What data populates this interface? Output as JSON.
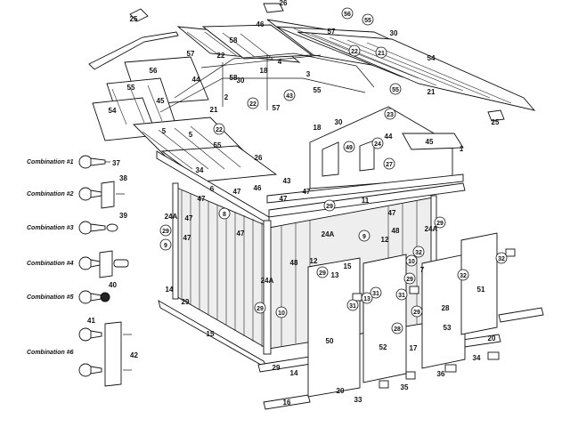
{
  "combinations": [
    {
      "label": "Combination #1",
      "parts": [
        "37"
      ]
    },
    {
      "label": "Combination #2",
      "parts": [
        "38"
      ]
    },
    {
      "label": "Combination #3",
      "parts": [
        "39"
      ]
    },
    {
      "label": "Combination #4",
      "parts": []
    },
    {
      "label": "Combination #5",
      "parts": [
        "40"
      ]
    },
    {
      "label": "Combination #6",
      "parts": [
        "41",
        "42"
      ]
    }
  ],
  "labels": [
    {
      "t": "25",
      "c": false
    },
    {
      "t": "26",
      "c": false
    },
    {
      "t": "56",
      "c": true
    },
    {
      "t": "55",
      "c": true
    },
    {
      "t": "57",
      "c": false
    },
    {
      "t": "46",
      "c": false
    },
    {
      "t": "58",
      "c": false
    },
    {
      "t": "22",
      "c": false
    },
    {
      "t": "22",
      "c": true
    },
    {
      "t": "21",
      "c": true
    },
    {
      "t": "54",
      "c": false
    },
    {
      "t": "57",
      "c": false
    },
    {
      "t": "58",
      "c": false
    },
    {
      "t": "44",
      "c": false
    },
    {
      "t": "30",
      "c": false
    },
    {
      "t": "18",
      "c": false
    },
    {
      "t": "22",
      "c": true
    },
    {
      "t": "4",
      "c": false
    },
    {
      "t": "3",
      "c": false
    },
    {
      "t": "55",
      "c": true
    },
    {
      "t": "21",
      "c": false
    },
    {
      "t": "56",
      "c": false
    },
    {
      "t": "55",
      "c": false
    },
    {
      "t": "45",
      "c": false
    },
    {
      "t": "54",
      "c": false
    },
    {
      "t": "2",
      "c": false
    },
    {
      "t": "21",
      "c": false
    },
    {
      "t": "22",
      "c": true
    },
    {
      "t": "57",
      "c": false
    },
    {
      "t": "43",
      "c": true
    },
    {
      "t": "55",
      "c": false
    },
    {
      "t": "25",
      "c": false
    },
    {
      "t": "5",
      "c": false
    },
    {
      "t": "55",
      "c": false
    },
    {
      "t": "5",
      "c": false
    },
    {
      "t": "30",
      "c": false
    },
    {
      "t": "18",
      "c": false
    },
    {
      "t": "23",
      "c": true
    },
    {
      "t": "49",
      "c": true
    },
    {
      "t": "24",
      "c": true
    },
    {
      "t": "44",
      "c": false
    },
    {
      "t": "45",
      "c": false
    },
    {
      "t": "26",
      "c": false
    },
    {
      "t": "27",
      "c": true
    },
    {
      "t": "34",
      "c": false
    },
    {
      "t": "1",
      "c": false
    },
    {
      "t": "6",
      "c": false
    },
    {
      "t": "47",
      "c": false
    },
    {
      "t": "46",
      "c": false
    },
    {
      "t": "43",
      "c": false
    },
    {
      "t": "47",
      "c": false
    },
    {
      "t": "47",
      "c": false
    },
    {
      "t": "24A",
      "c": false
    },
    {
      "t": "47",
      "c": false
    },
    {
      "t": "8",
      "c": true
    },
    {
      "t": "29",
      "c": true
    },
    {
      "t": "9",
      "c": true
    },
    {
      "t": "47",
      "c": false
    },
    {
      "t": "11",
      "c": false
    },
    {
      "t": "29",
      "c": true
    },
    {
      "t": "47",
      "c": false
    },
    {
      "t": "24A",
      "c": false
    },
    {
      "t": "9",
      "c": true
    },
    {
      "t": "12",
      "c": false
    },
    {
      "t": "48",
      "c": false
    },
    {
      "t": "24A",
      "c": false
    },
    {
      "t": "29",
      "c": true
    },
    {
      "t": "7",
      "c": false
    },
    {
      "t": "47",
      "c": false
    },
    {
      "t": "47",
      "c": false
    },
    {
      "t": "48",
      "c": false
    },
    {
      "t": "12",
      "c": false
    },
    {
      "t": "15",
      "c": false
    },
    {
      "t": "13",
      "c": false
    },
    {
      "t": "29",
      "c": true
    },
    {
      "t": "24A",
      "c": false
    },
    {
      "t": "10",
      "c": true
    },
    {
      "t": "29",
      "c": true
    },
    {
      "t": "31",
      "c": true
    },
    {
      "t": "13",
      "c": true
    },
    {
      "t": "32",
      "c": true
    },
    {
      "t": "32",
      "c": true
    },
    {
      "t": "32",
      "c": true
    },
    {
      "t": "51",
      "c": false
    },
    {
      "t": "14",
      "c": false
    },
    {
      "t": "29",
      "c": false
    },
    {
      "t": "10",
      "c": true
    },
    {
      "t": "29",
      "c": true
    },
    {
      "t": "31",
      "c": true
    },
    {
      "t": "31",
      "c": true
    },
    {
      "t": "28",
      "c": true
    },
    {
      "t": "29",
      "c": true
    },
    {
      "t": "28",
      "c": false
    },
    {
      "t": "50",
      "c": false
    },
    {
      "t": "52",
      "c": false
    },
    {
      "t": "53",
      "c": false
    },
    {
      "t": "15",
      "c": false
    },
    {
      "t": "17",
      "c": false
    },
    {
      "t": "20",
      "c": false
    },
    {
      "t": "34",
      "c": false
    },
    {
      "t": "29",
      "c": false
    },
    {
      "t": "14",
      "c": false
    },
    {
      "t": "36",
      "c": false
    },
    {
      "t": "16",
      "c": false
    },
    {
      "t": "20",
      "c": false
    },
    {
      "t": "33",
      "c": false
    },
    {
      "t": "35",
      "c": false
    },
    {
      "t": "30",
      "c": false
    }
  ]
}
